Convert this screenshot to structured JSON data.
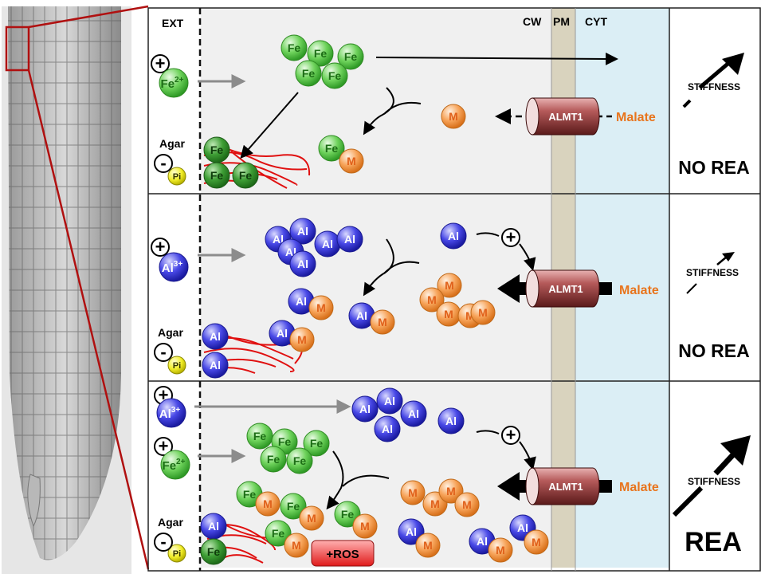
{
  "header": {
    "ext": "EXT",
    "cw": "CW",
    "pm": "PM",
    "cyt": "CYT"
  },
  "labels": {
    "agar": "Agar",
    "pi": "Pi",
    "fe": "Fe",
    "al": "Al",
    "m": "M",
    "fe_ion": "Fe",
    "fe_charge": "2+",
    "al_ion": "Al",
    "al_charge": "3+",
    "plus": "+",
    "minus": "-",
    "almt1": "ALMT1",
    "malate": "Malate",
    "stiffness": "STIFFNESS",
    "ros": "+ROS"
  },
  "panels": [
    {
      "name": "fe-panel",
      "result": "NO REA"
    },
    {
      "name": "al-panel",
      "result": "NO REA"
    },
    {
      "name": "fe-al-panel",
      "result": "REA"
    }
  ],
  "colors": {
    "fe_green": "#5cc24a",
    "al_blue": "#3a3ad8",
    "malate_orange": "#f08a2c",
    "cell_wall_red": "#e01010",
    "cytoplasm": "#dbeef5",
    "cell_wall": "#d9d3be",
    "frame_red": "#b01010",
    "ros_red": "#e02020"
  }
}
